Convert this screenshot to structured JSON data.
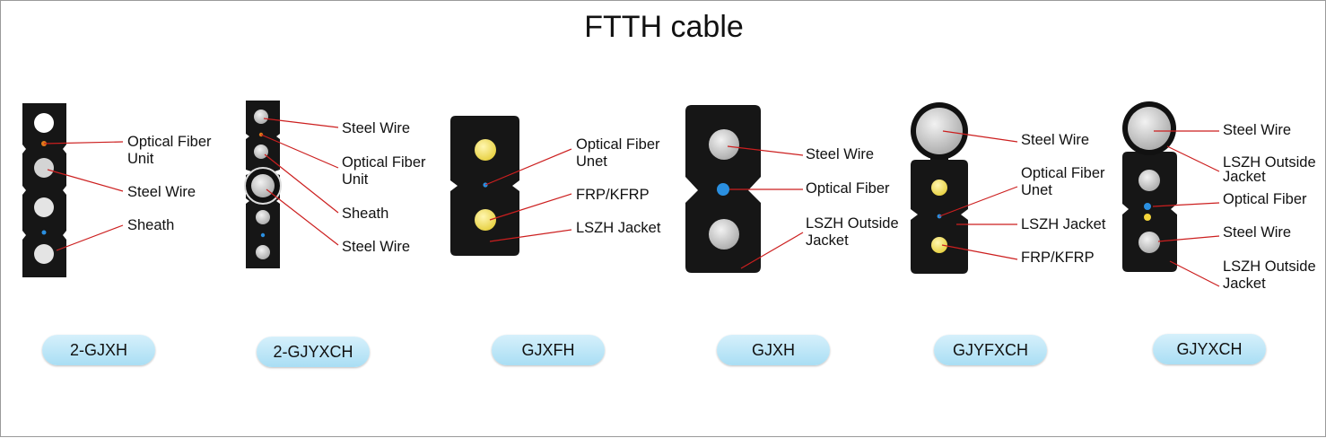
{
  "title": "FTTH cable",
  "cables": [
    {
      "model": "2-GJXH",
      "labels": [
        "Optical Fiber\nUnit",
        "Steel Wire",
        "Sheath"
      ]
    },
    {
      "model": "2-GJYXCH",
      "labels": [
        "Steel Wire",
        "Optical Fiber\nUnit",
        "Sheath",
        "Steel Wire"
      ]
    },
    {
      "model": "GJXFH",
      "labels": [
        "Optical Fiber\nUnet",
        "FRP/KFRP",
        "LSZH Jacket"
      ]
    },
    {
      "model": "GJXH",
      "labels": [
        "Steel Wire",
        "Optical Fiber",
        "LSZH Outside\nJacket"
      ]
    },
    {
      "model": "GJYFXCH",
      "labels": [
        "Steel Wire",
        "Optical Fiber\nUnet",
        "LSZH Jacket",
        "FRP/KFRP"
      ]
    },
    {
      "model": "GJYXCH",
      "labels": [
        "Steel Wire",
        "LSZH Outside\nJacket",
        "Optical Fiber",
        "Steel Wire",
        "LSZH Outside\nJacket"
      ]
    }
  ],
  "colors": {
    "cable_body": "#161616",
    "steel_wire": "#c9c9c9",
    "frp_yellow": "#f3e36a",
    "fiber_blue": "#2a8fe0",
    "fiber_orange": "#e07a1a",
    "leader_line": "#cc1f1f",
    "pill": "#b4e3f6"
  }
}
